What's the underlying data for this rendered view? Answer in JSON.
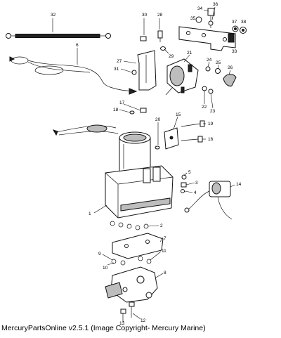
{
  "caption": "MercuryPartsOnline v2.5.1 (Image Copyright- Mercury Marine)",
  "callouts": [
    "32",
    "30",
    "28",
    "34",
    "36",
    "35",
    "37",
    "38",
    "29",
    "6",
    "27",
    "31",
    "21",
    "24",
    "25",
    "26",
    "33",
    "22",
    "23",
    "17",
    "18",
    "15",
    "19",
    "20",
    "16",
    "14",
    "5",
    "3",
    "4",
    "1",
    "2",
    "7",
    "9",
    "10",
    "11",
    "8",
    "12",
    "13"
  ]
}
